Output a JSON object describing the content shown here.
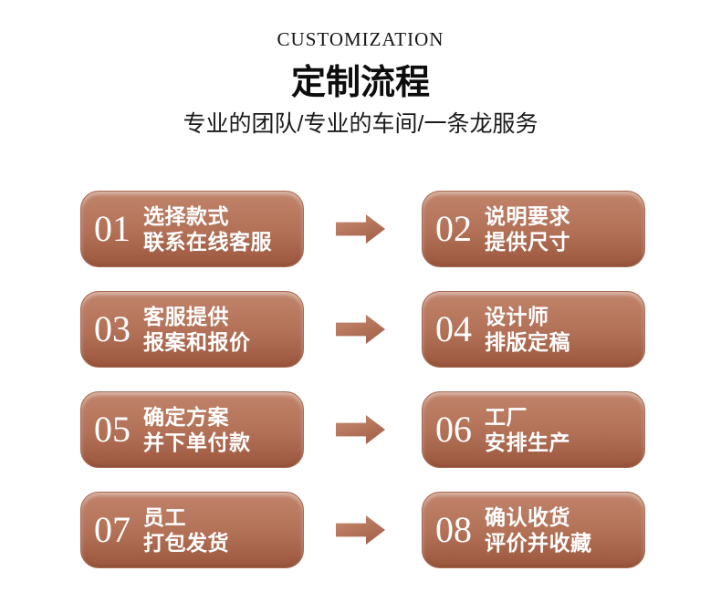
{
  "header": {
    "kicker": "CUSTOMIZATION",
    "title": "定制流程",
    "subtitle": "专业的团队/专业的车间/一条龙服务"
  },
  "colors": {
    "page_background": "#ffffff",
    "box_gradient_top": "#c0836a",
    "box_gradient_mid": "#b37258",
    "box_gradient_bottom": "#9b573e",
    "box_border": "#a96a51",
    "arrow_gradient_start": "#c68b70",
    "arrow_gradient_end": "#a05c44",
    "box_text": "#ffffff",
    "heading_text": "#0d0d0d"
  },
  "icons": {
    "arrow": "arrow-right-icon"
  },
  "steps": [
    {
      "number": "01",
      "line1": "选择款式",
      "line2": "联系在线客服"
    },
    {
      "number": "02",
      "line1": "说明要求",
      "line2": "提供尺寸"
    },
    {
      "number": "03",
      "line1": "客服提供",
      "line2": "报案和报价"
    },
    {
      "number": "04",
      "line1": "设计师",
      "line2": "排版定稿"
    },
    {
      "number": "05",
      "line1": "确定方案",
      "line2": "并下单付款"
    },
    {
      "number": "06",
      "line1": "工厂",
      "line2": "安排生产"
    },
    {
      "number": "07",
      "line1": "员工",
      "line2": "打包发货"
    },
    {
      "number": "08",
      "line1": "确认收货",
      "line2": "评价并收藏"
    }
  ]
}
